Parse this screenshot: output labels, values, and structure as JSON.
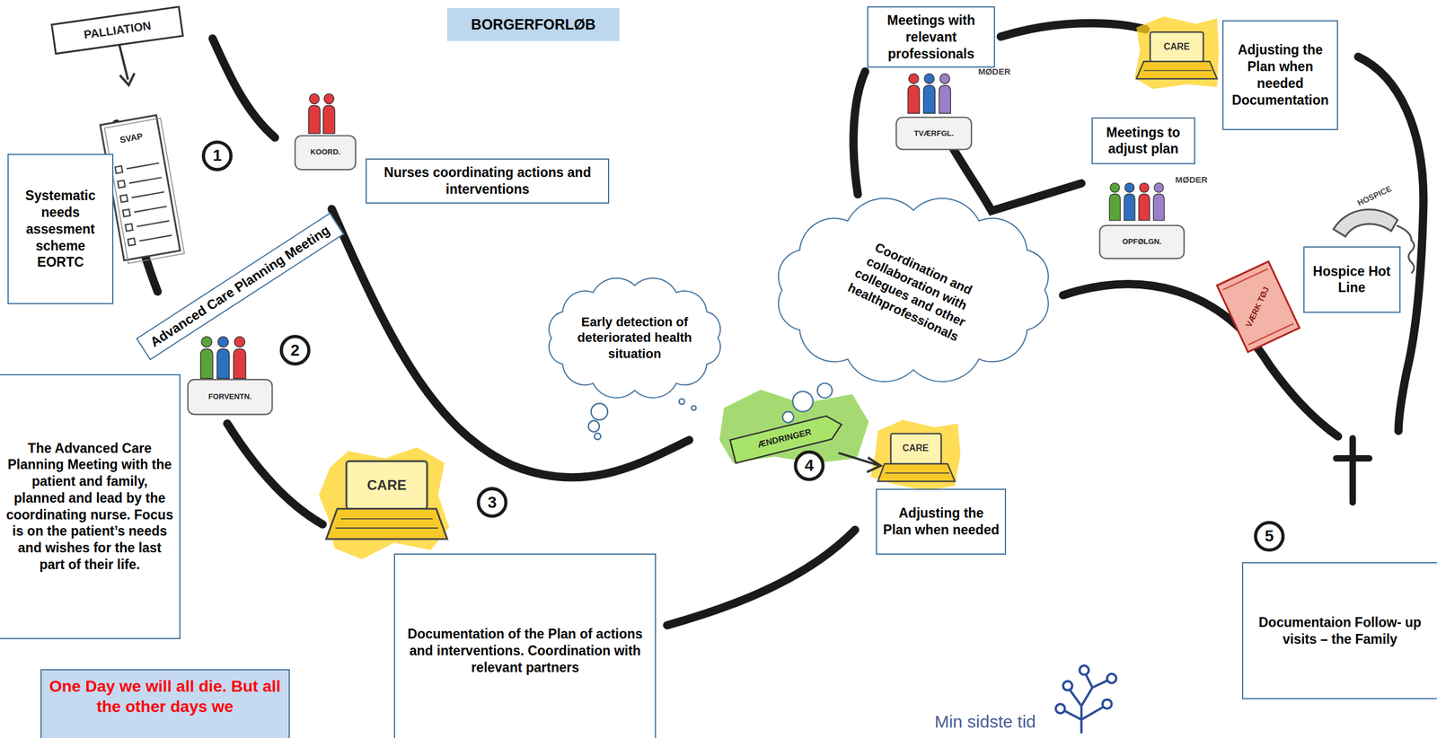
{
  "diagram": {
    "title": "BORGERFORLØB",
    "nodes": [
      {
        "text": [
          "Systematic needs assesment scheme EORTC"
        ]
      },
      {
        "text": [
          "Nurses coordinating actions and interventions"
        ]
      },
      {
        "text": [
          "Advanced Care Planning Meeting"
        ]
      },
      {
        "text": [
          "The Advanced Care Planning Meeting with the patient and family, planned and lead by the coordinating nurse. Focus is on the patient’s needs and wishes for the last part of their life."
        ]
      },
      {
        "text": [
          "Documentation of the Plan of actions and interventions. Coordination with relevant partners"
        ]
      },
      {
        "text": [
          "Early detection of deteriorated health situation"
        ]
      },
      {
        "text": [
          "Coordination and collaboration with collegues and other healthprofessionals"
        ]
      },
      {
        "text": [
          "Adjusting the Plan when needed"
        ]
      },
      {
        "text": [
          "Meetings with relevant professionals"
        ]
      },
      {
        "text": [
          "Meetings to adjust plan"
        ]
      },
      {
        "text": [
          "Adjusting the Plan when needed Documentation"
        ]
      },
      {
        "text": [
          "Hospice Hot Line"
        ]
      },
      {
        "text": [
          "Documentaion Follow- up visits – the Family"
        ]
      },
      {
        "text": [
          "One Day we will all die. But all the other days we"
        ]
      }
    ],
    "labels": [
      "PALLIATION",
      "SVAP",
      "1",
      "KOORD.",
      "2",
      "FORVENTN.",
      "3",
      "CARE",
      "ÆNDRINGER",
      "4",
      "CARE",
      "MØDER",
      "TVÆRFGL.",
      "CARE",
      "MØDER",
      "OPFØLGN.",
      "HOSPICE",
      "VÆRK TØJ",
      "5",
      "Min sidste tid"
    ]
  }
}
